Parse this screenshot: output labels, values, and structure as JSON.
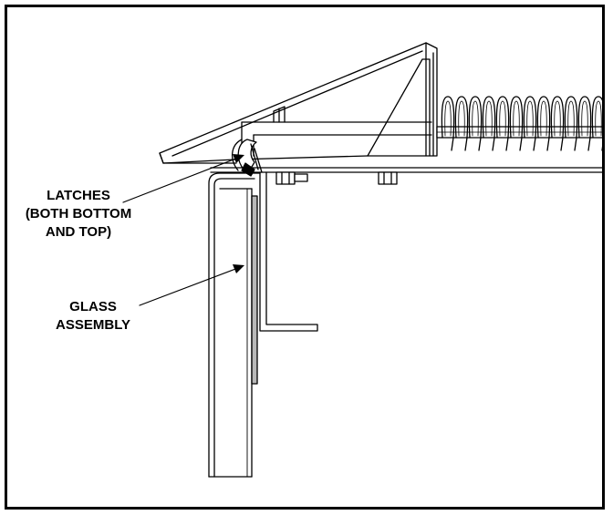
{
  "diagram": {
    "latches_label": {
      "line1": "LATCHES",
      "line2": "(BOTH BOTTOM",
      "line3": "AND TOP)"
    },
    "glass_label": {
      "line1": "GLASS",
      "line2": "ASSEMBLY"
    }
  },
  "colors": {
    "ink": "#000000",
    "paper": "#ffffff",
    "shade": "#b8b8b8"
  }
}
